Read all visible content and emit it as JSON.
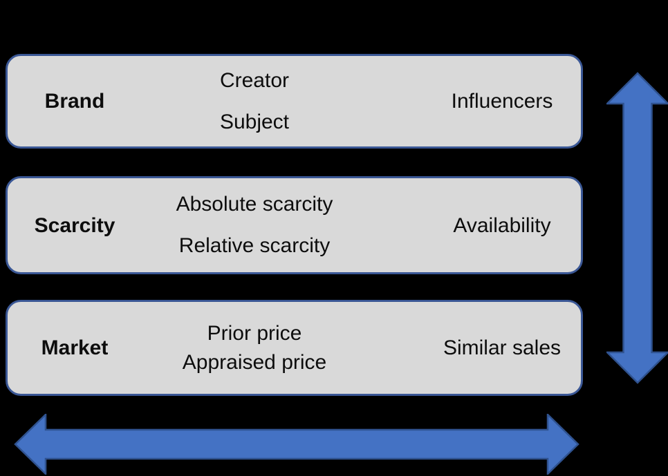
{
  "colors": {
    "background": "#000000",
    "box_fill": "#d9d9d9",
    "box_border": "#3a5795",
    "arrow_fill": "#4472c4",
    "arrow_border": "#2f528f",
    "text": "#0d0d0d"
  },
  "boxes": [
    {
      "label": "Brand",
      "middle_lines": [
        "Creator",
        "Subject"
      ],
      "right": "Influencers"
    },
    {
      "label": "Scarcity",
      "middle_lines": [
        "Absolute scarcity",
        "Relative scarcity"
      ],
      "right": "Availability"
    },
    {
      "label": "Market",
      "middle_lines": [
        "Prior price",
        "Appraised price"
      ],
      "right": "Similar sales"
    }
  ],
  "arrows": {
    "vertical": "vertical-double-arrow",
    "horizontal": "horizontal-double-arrow"
  }
}
